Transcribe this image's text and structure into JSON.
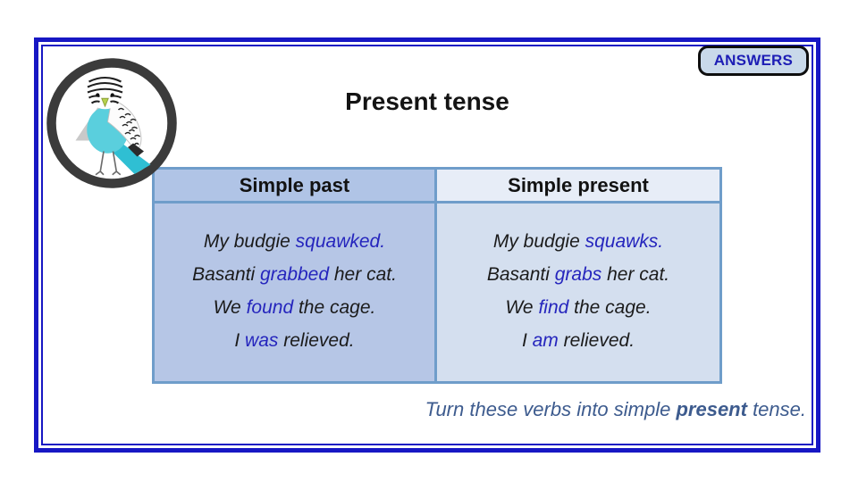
{
  "slide": {
    "badge_label": "ANSWERS",
    "title": "Present tense",
    "footer_segments": [
      {
        "text": "Turn these verbs into simple "
      },
      {
        "text": "present",
        "bold": true
      },
      {
        "text": " tense."
      }
    ]
  },
  "table": {
    "col_past_header": "Simple past",
    "col_present_header": "Simple present",
    "past_lines": [
      [
        {
          "text": "My budgie "
        },
        {
          "text": "squawked.",
          "hl": true
        }
      ],
      [
        {
          "text": "Basanti "
        },
        {
          "text": "grabbed",
          "hl": true
        },
        {
          "text": " her cat."
        }
      ],
      [
        {
          "text": "We "
        },
        {
          "text": "found",
          "hl": true
        },
        {
          "text": " the cage."
        }
      ],
      [
        {
          "text": "I "
        },
        {
          "text": "was",
          "hl": true
        },
        {
          "text": " relieved."
        }
      ]
    ],
    "present_lines": [
      [
        {
          "text": "My budgie "
        },
        {
          "text": "squawks.",
          "hl": true
        }
      ],
      [
        {
          "text": "Basanti "
        },
        {
          "text": "grabs",
          "hl": true
        },
        {
          "text": " her cat."
        }
      ],
      [
        {
          "text": "We "
        },
        {
          "text": "find",
          "hl": true
        },
        {
          "text": " the cage."
        }
      ],
      [
        {
          "text": "I "
        },
        {
          "text": "am",
          "hl": true
        },
        {
          "text": " relieved."
        }
      ]
    ]
  },
  "icons": {
    "bird": "budgie-bird-icon"
  },
  "colors": {
    "frame_blue": "#1717c4",
    "verb_highlight_blue": "#2525bd",
    "badge_text_blue": "#1d1db5",
    "badge_bg": "#c9d9ea",
    "instruction_blue": "#3d5b8e",
    "table_border_blue": "#6f9dca",
    "header_past_bg": "#b0c4e6",
    "header_present_bg": "#e7edf7",
    "body_past_bg": "#b6c6e6",
    "body_present_bg": "#d4dfef",
    "bird_body_teal": "#5acfdd",
    "bird_ring_dark": "#3b3b3b"
  }
}
